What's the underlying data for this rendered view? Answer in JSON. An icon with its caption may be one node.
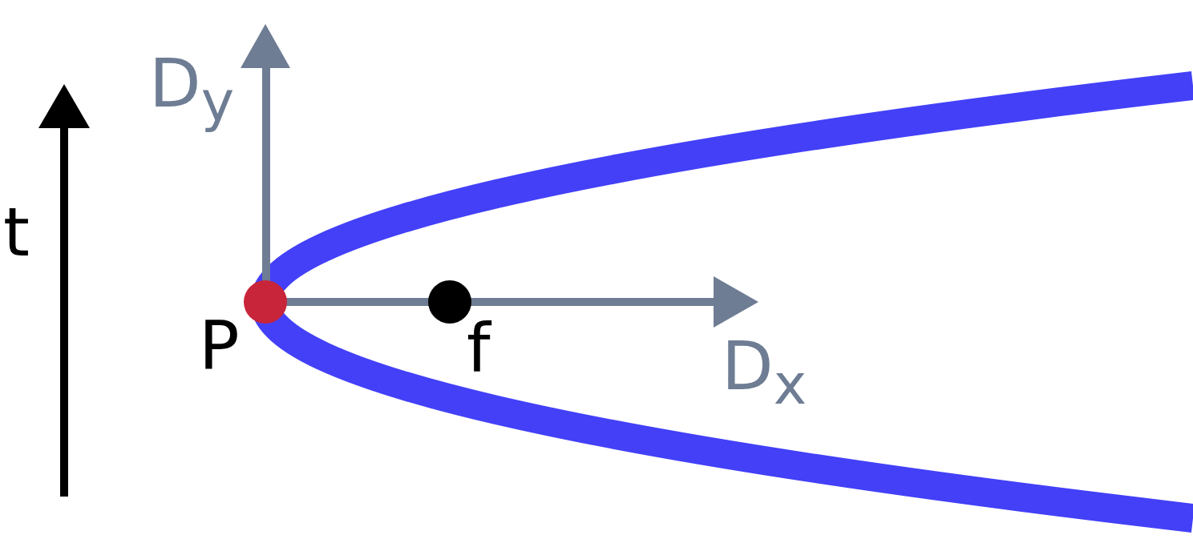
{
  "diagram": {
    "nodes": [
      {
        "text": [
          "P"
        ]
      },
      {
        "text": [
          "f"
        ]
      }
    ],
    "labels": [
      "t",
      "D$_{y}$",
      "D$_{x}$"
    ]
  }
}
